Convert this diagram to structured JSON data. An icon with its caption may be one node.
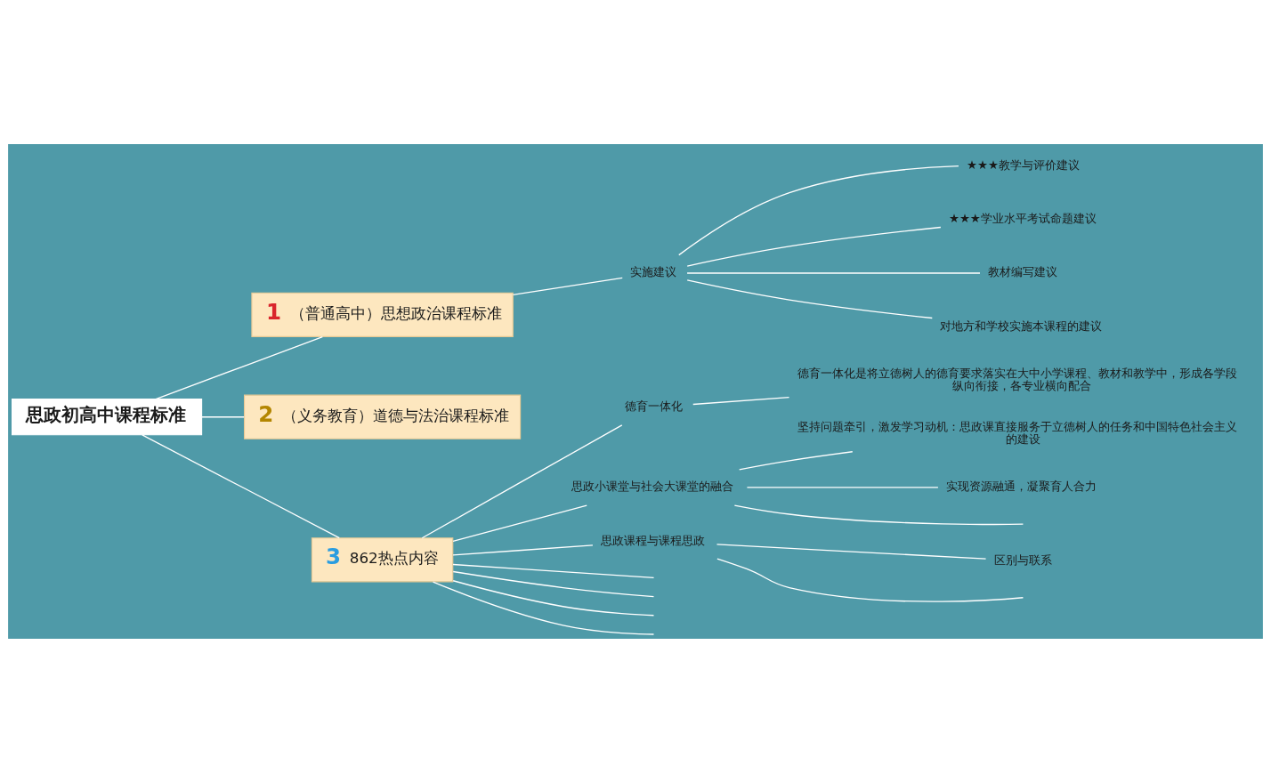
{
  "diagram": {
    "nodes": [
      {
        "text": [
          "思政初高中课程标准"
        ]
      },
      {
        "text": [
          "1",
          "（普通高中）思想政治课程标准"
        ]
      },
      {
        "text": [
          "2",
          "（义务教育）道德与法治课程标准"
        ]
      },
      {
        "text": [
          "3",
          "862热点内容"
        ]
      },
      {
        "text": [
          "实施建议"
        ]
      },
      {
        "text": [
          "★★★教学与评价建议"
        ]
      },
      {
        "text": [
          "★★★学业水平考试命题建议"
        ]
      },
      {
        "text": [
          "教材编写建议"
        ]
      },
      {
        "text": [
          "对地方和学校实施本课程的建议"
        ]
      },
      {
        "text": [
          "德育一体化"
        ]
      },
      {
        "text": [
          "德育一体化是将立德树人的德育要求落实在大中小学课程、教材和教学中，形成各学段纵向衔接，各专业横向配合"
        ]
      },
      {
        "text": [
          "思政小课堂与社会大课堂的融合"
        ]
      },
      {
        "text": [
          "坚持问题牵引，激发学习动机：思政课直接服务于立德树人的任务和中国特色社会主义的建设"
        ]
      },
      {
        "text": [
          "实现资源融通，凝聚育人合力"
        ]
      },
      {
        "text": [
          "思政课程与课程思政"
        ]
      },
      {
        "text": [
          "区别与联系"
        ]
      }
    ],
    "edges": [
      {
        "from": 0,
        "to": 1,
        "arrow": "none"
      },
      {
        "from": 0,
        "to": 2,
        "arrow": "none"
      },
      {
        "from": 0,
        "to": 3,
        "arrow": "none"
      },
      {
        "from": 1,
        "to": 4,
        "arrow": "none"
      },
      {
        "from": 4,
        "to": 5,
        "arrow": "none"
      },
      {
        "from": 4,
        "to": 6,
        "arrow": "none"
      },
      {
        "from": 4,
        "to": 7,
        "arrow": "none"
      },
      {
        "from": 4,
        "to": 8,
        "arrow": "none"
      },
      {
        "from": 3,
        "to": 9,
        "arrow": "none"
      },
      {
        "from": 9,
        "to": 10,
        "arrow": "none"
      },
      {
        "from": 3,
        "to": 11,
        "arrow": "none"
      },
      {
        "from": 11,
        "to": 12,
        "arrow": "none"
      },
      {
        "from": 11,
        "to": 13,
        "arrow": "none"
      },
      {
        "from": 11,
        "to": null,
        "arrow": "none"
      },
      {
        "from": 3,
        "to": 14,
        "arrow": "none"
      },
      {
        "from": 14,
        "to": 15,
        "arrow": "none"
      },
      {
        "from": 14,
        "to": null,
        "arrow": "none"
      },
      {
        "from": 3,
        "to": null,
        "arrow": "none"
      },
      {
        "from": 3,
        "to": null,
        "arrow": "none"
      },
      {
        "from": 3,
        "to": null,
        "arrow": "none"
      },
      {
        "from": 3,
        "to": null,
        "arrow": "none"
      }
    ]
  }
}
